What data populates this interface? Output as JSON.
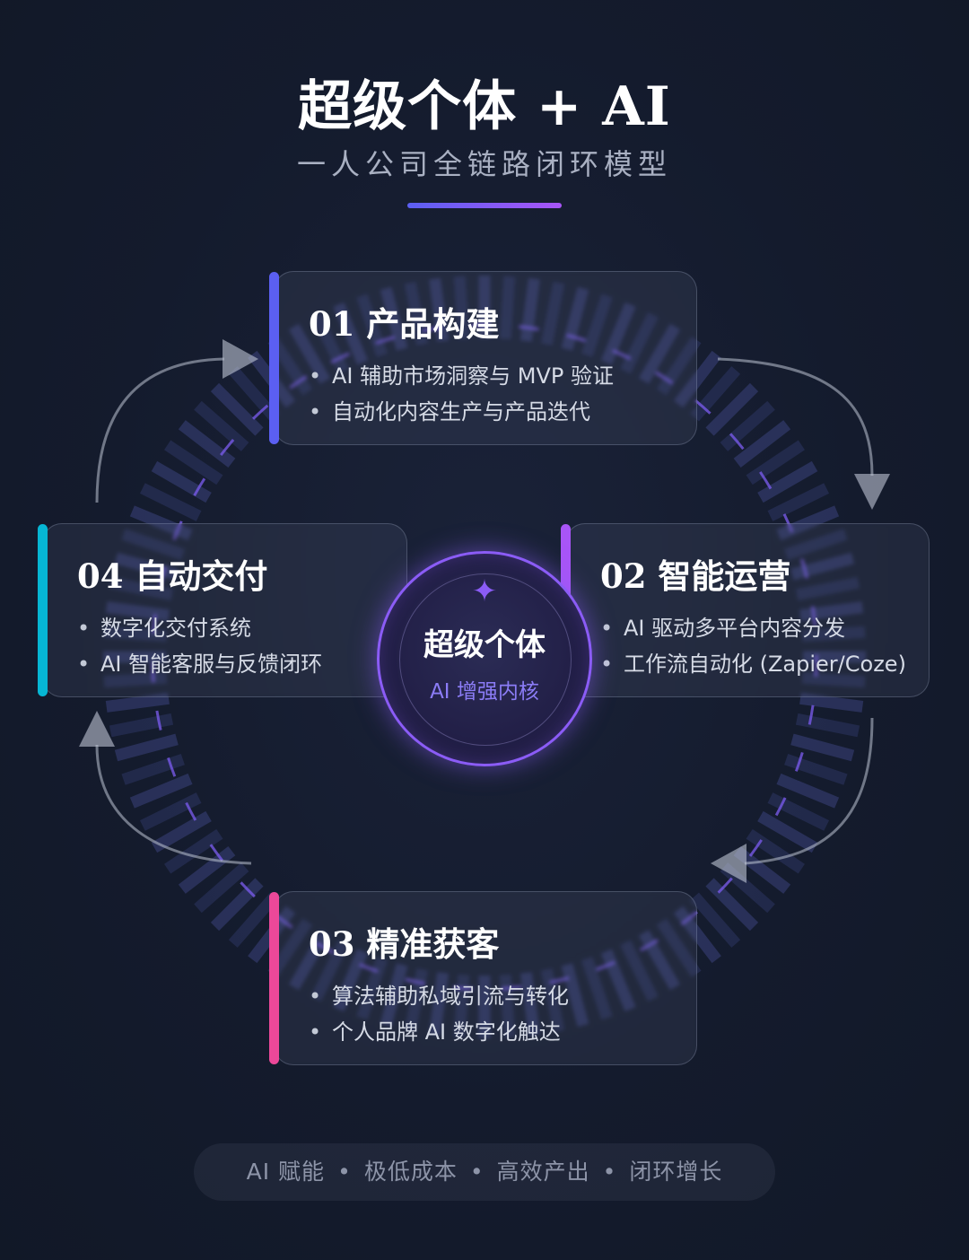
{
  "header": {
    "title": "超级个体 + AI",
    "subtitle": "一人公司全链路闭环模型"
  },
  "colors": {
    "accent_product": "#5b5ff2",
    "accent_operation": "#a855f7",
    "accent_acquisition": "#ec4899",
    "accent_delivery": "#06b6d4",
    "center_ring": "#8b5cf6"
  },
  "center": {
    "title": "超级个体",
    "subtitle": "AI 增强内核",
    "icon": "sparkle-icon"
  },
  "cards": [
    {
      "title": "01 产品构建",
      "items": [
        "AI 辅助市场洞察与 MVP 验证",
        "自动化内容生产与产品迭代"
      ]
    },
    {
      "title": "02 智能运营",
      "items": [
        "AI 驱动多平台内容分发",
        "工作流自动化 (Zapier/Coze)"
      ]
    },
    {
      "title": "03 精准获客",
      "items": [
        "算法辅助私域引流与转化",
        "个人品牌 AI 数字化触达"
      ]
    },
    {
      "title": "04 自动交付",
      "items": [
        "数字化交付系统",
        "AI 智能客服与反馈闭环"
      ]
    }
  ],
  "bullet": "•",
  "footer": {
    "tags": [
      "AI 赋能",
      "极低成本",
      "高效产出",
      "闭环增长"
    ],
    "separator": "•"
  }
}
